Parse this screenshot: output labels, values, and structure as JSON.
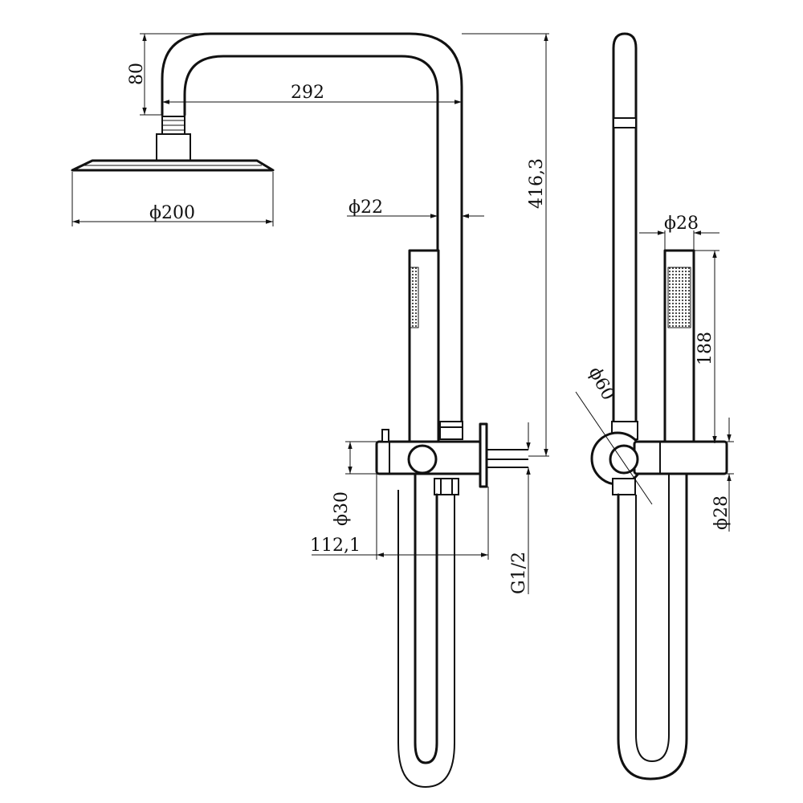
{
  "dimensions": {
    "rise_height": "80",
    "arm_length": "292",
    "head_diameter": "ϕ200",
    "pipe_diameter": "ϕ22",
    "total_height": "416,3",
    "body_diameter": "ϕ30",
    "body_width": "112,1",
    "thread": "G1/2",
    "handshower_diameter": "ϕ28",
    "handshower_length": "188",
    "flange_diameter": "ϕ60",
    "side_body_diameter": "ϕ28"
  }
}
